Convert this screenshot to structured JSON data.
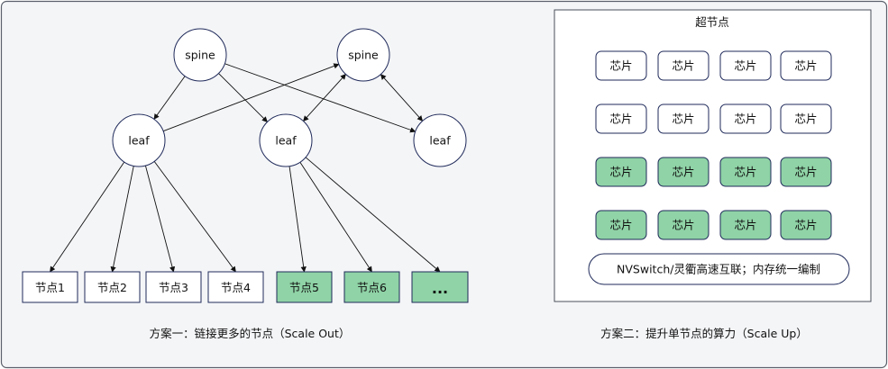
{
  "colors": {
    "frame_bg": "#f4f5f7",
    "frame_border": "#5a5f6a",
    "node_stroke": "#1f2a5a",
    "chip_green": "#8fd3a6",
    "node_white": "#ffffff",
    "text": "#111111",
    "arrow": "#111111"
  },
  "scale_out": {
    "spines": [
      {
        "label": "spine"
      },
      {
        "label": "spine"
      }
    ],
    "leaves": [
      {
        "label": "leaf"
      },
      {
        "label": "leaf"
      },
      {
        "label": "leaf"
      }
    ],
    "nodes": [
      {
        "label": "节点1",
        "highlight": false
      },
      {
        "label": "节点2",
        "highlight": false
      },
      {
        "label": "节点3",
        "highlight": false
      },
      {
        "label": "节点4",
        "highlight": false
      },
      {
        "label": "节点5",
        "highlight": true
      },
      {
        "label": "节点6",
        "highlight": true
      },
      {
        "label": "...",
        "highlight": true
      }
    ],
    "caption": "方案一：链接更多的节点（Scale Out）"
  },
  "scale_up": {
    "title": "超节点",
    "chip_label": "芯片",
    "rows": [
      {
        "highlight": false
      },
      {
        "highlight": false
      },
      {
        "highlight": true
      },
      {
        "highlight": true
      }
    ],
    "interconnect": "NVSwitch/灵衢高速互联；内存统一编制",
    "caption": "方案二：提升单节点的算力（Scale Up）"
  }
}
